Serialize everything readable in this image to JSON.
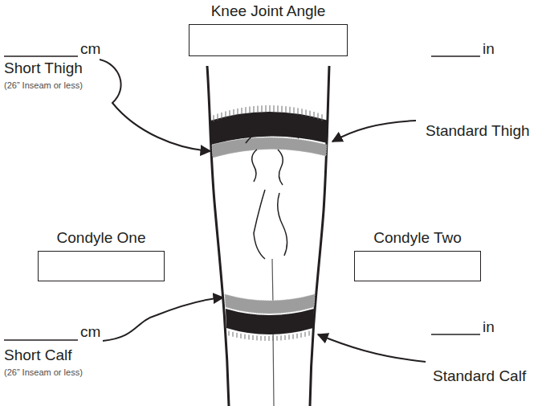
{
  "diagram": {
    "nodes": [
      {
        "text": [
          "Knee Joint Angle"
        ]
      },
      {
        "text": [
          "Condyle One"
        ]
      },
      {
        "text": [
          "Condyle Two"
        ]
      }
    ],
    "labels": [
      "cm",
      "Short Thigh",
      "(26” Inseam or less)",
      "in",
      "Standard Thigh",
      "cm",
      "Short Calf",
      "(26” Inseam or less)",
      "in",
      "Standard Calf"
    ]
  }
}
